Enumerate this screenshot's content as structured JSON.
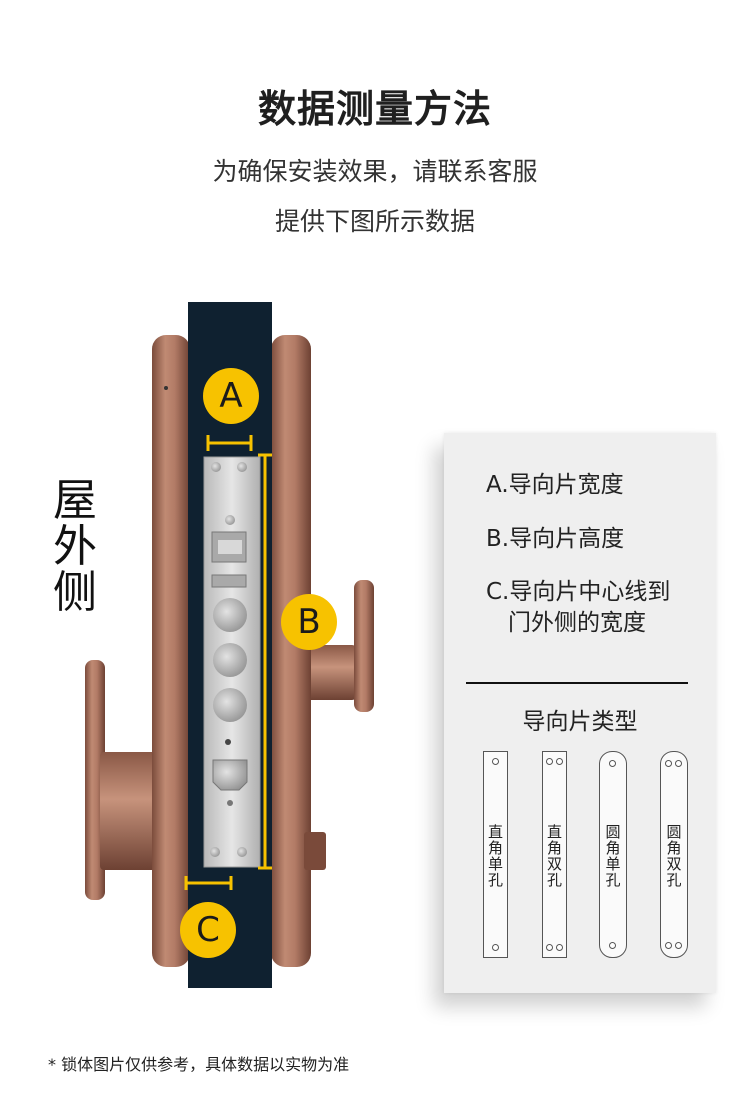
{
  "header": {
    "title": "数据测量方法",
    "subtitle_line1": "为确保安装效果，请联系客服",
    "subtitle_line2": "提供下图所示数据"
  },
  "side_label": "屋外侧",
  "badges": {
    "a": "A",
    "b": "B",
    "c": "C"
  },
  "card": {
    "items": [
      "A.导向片宽度",
      "B.导向片高度",
      "C.导向片中心线到",
      "门外侧的宽度"
    ],
    "types_title": "导向片类型",
    "plates": [
      {
        "label": "直角单孔",
        "shape": "square",
        "holes": 1
      },
      {
        "label": "直角双孔",
        "shape": "square",
        "holes": 2
      },
      {
        "label": "圆角单孔",
        "shape": "round",
        "holes": 1
      },
      {
        "label": "圆角双孔",
        "shape": "round",
        "holes": 2
      }
    ]
  },
  "colors": {
    "accent": "#f7c200",
    "door": "#0f2130",
    "copper": "#b07a64",
    "steel": "#cfcfcf"
  },
  "footnote": "* 锁体图片仅供参考，具体数据以实物为准"
}
